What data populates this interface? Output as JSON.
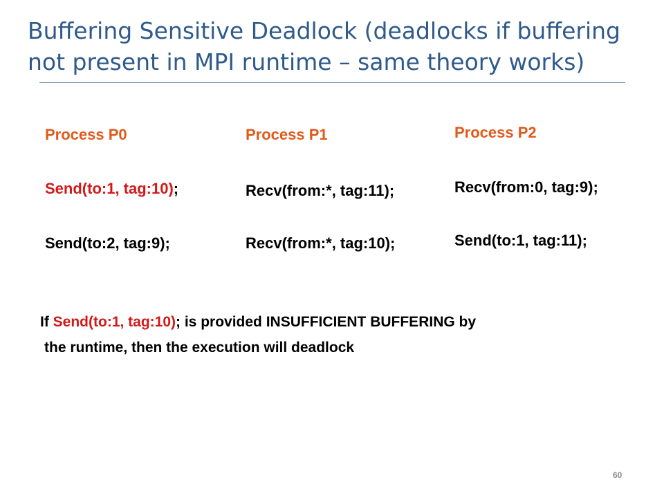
{
  "slide": {
    "title_line1": "Buffering Sensitive Deadlock (deadlocks if buffering",
    "title_line2": "not present in MPI runtime – same theory works)",
    "page_number": "60"
  },
  "processes": [
    {
      "header": "Process P0",
      "line1_call": "Send(to:1, tag:10)",
      "line1_suffix": ";",
      "line2": "Send(to:2, tag:9);"
    },
    {
      "header": "Process P1",
      "line1": "Recv(from:*, tag:11);",
      "line2": "Recv(from:*, tag:10);"
    },
    {
      "header": "Process P2",
      "line1": "Recv(from:0, tag:9);",
      "line2": "Send(to:1, tag:11);"
    }
  ],
  "note": {
    "prefix": "If ",
    "call": "Send(to:1, tag:10)",
    "rest_line1": ";  is provided INSUFFICIENT BUFFERING by",
    "line2": "the runtime, then the execution will deadlock"
  },
  "colors": {
    "title": "#2f5a8a",
    "process_header": "#e05a1b",
    "highlight_call": "#d11919",
    "body_text": "#000000",
    "page_number": "#8a8a8a"
  }
}
